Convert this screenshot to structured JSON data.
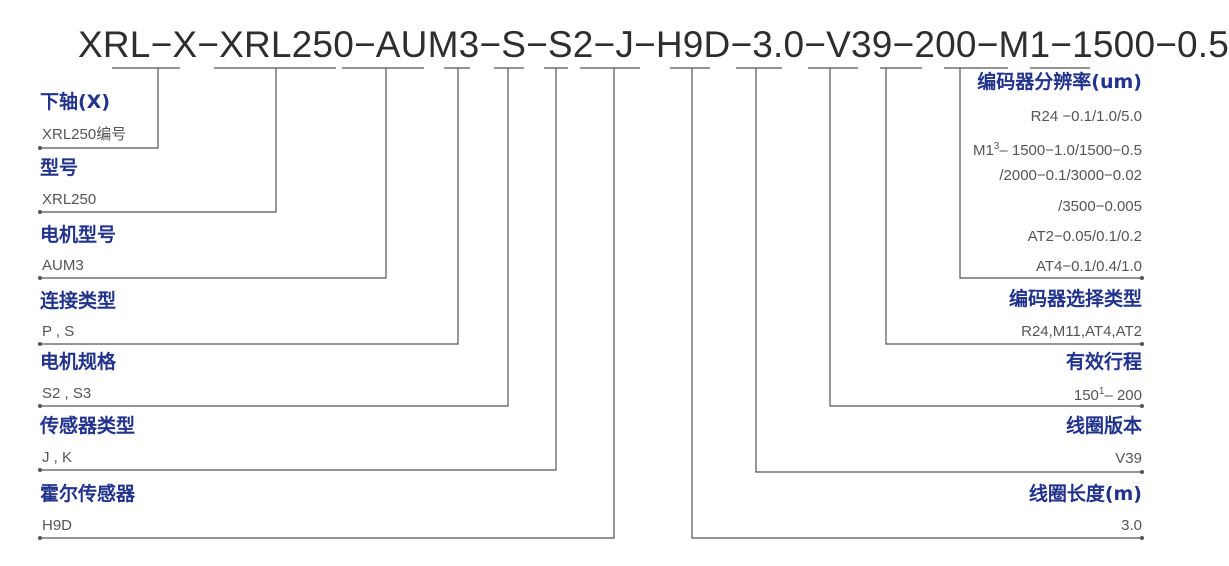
{
  "code": "XRL−X−XRL250−AUM3−S−S2−J−H9D−3.0−V39−200−M1−1500−0.5",
  "left": [
    {
      "title": "下轴(X)",
      "value": "XRL250编号"
    },
    {
      "title": "型号",
      "value": "XRL250"
    },
    {
      "title": "电机型号",
      "value": "AUM3"
    },
    {
      "title": "连接类型",
      "value": "P , S"
    },
    {
      "title": "电机规格",
      "value": "S2 , S3"
    },
    {
      "title": "传感器类型",
      "value": "J , K"
    },
    {
      "title": "霍尔传感器",
      "value": "H9D"
    }
  ],
  "right": {
    "encoder_resolution": {
      "title": "编码器分辨率(um)",
      "lines": [
        "R24  −0.1/1.0/5.0",
        "– 1500−1.0/1500−0.5",
        "/2000−0.1/3000−0.02",
        "/3500−0.005",
        "AT2−0.05/0.1/0.2",
        "AT4−0.1/0.4/1.0"
      ],
      "m1_prefix": "M1",
      "m1_sup": "3"
    },
    "encoder_type": {
      "title": "编码器选择类型",
      "value": "R24,M11,AT4,AT2"
    },
    "stroke": {
      "title": "有效行程",
      "value_base": "150",
      "value_sup": "1",
      "value_rest": "– 200"
    },
    "coil_version": {
      "title": "线圈版本",
      "value": "V39"
    },
    "coil_length": {
      "title": "线圈长度(m)",
      "value": "3.0"
    }
  }
}
